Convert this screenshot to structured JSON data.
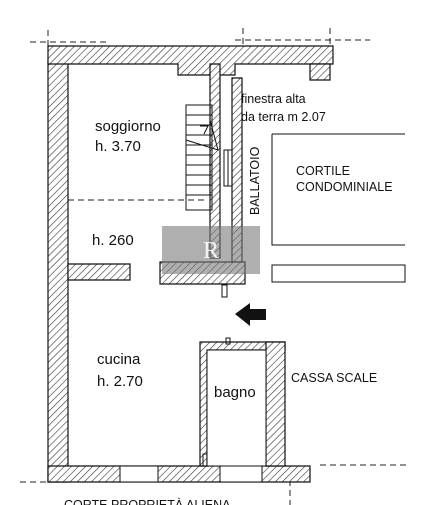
{
  "labels": {
    "soggiorno": "soggiorno",
    "soggiorno_height": "h. 3.70",
    "finestra_line1": "finestra alta",
    "finestra_line2": "da terra m 2.07",
    "ballatoio": "BALLATOIO",
    "cortile_line1": "CORTILE",
    "cortile_line2": "CONDOMINIALE",
    "h260": "h. 260",
    "cucina": "cucina",
    "cucina_height": "h. 2.70",
    "bagno": "bagno",
    "cassa_scale": "CASSA SCALE",
    "bottom_text": "CORTE PROPRIETÀ ALIENA"
  },
  "watermark": {
    "color": "#7a7a7a",
    "opacity": 0.6
  },
  "colors": {
    "wall_line": "#111111",
    "hatch": "#333333",
    "dashed": "#222222"
  }
}
